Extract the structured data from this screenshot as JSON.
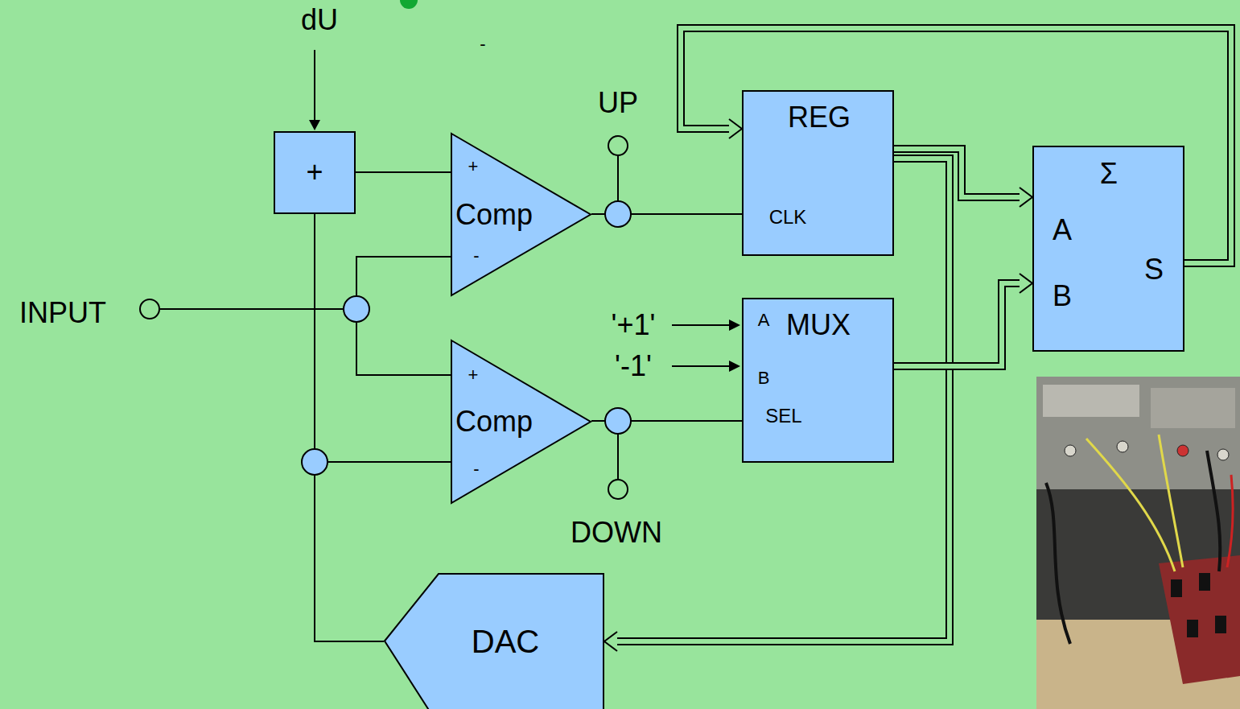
{
  "diagram": {
    "nodes": [
      {
        "text": [
          "+"
        ]
      },
      {
        "text": [
          "+",
          "Comp",
          "-"
        ]
      },
      {
        "text": [
          "+",
          "Comp",
          "-"
        ]
      },
      {
        "text": [
          "REG",
          "CLK"
        ]
      },
      {
        "text": [
          "A",
          "MUX",
          "B",
          "SEL"
        ]
      },
      {
        "text": [
          "Σ",
          "A",
          "B",
          "S"
        ]
      },
      {
        "text": [
          "DAC"
        ]
      },
      {
        "text": [
          "UP"
        ]
      },
      {
        "text": [
          "DOWN"
        ]
      },
      {
        "text": [
          "INPUT"
        ]
      }
    ],
    "edges": [
      {
        "from": 0,
        "to": 1,
        "arrow": "none"
      },
      {
        "from": 9,
        "to": 1,
        "arrow": "none"
      },
      {
        "from": 9,
        "to": 2,
        "arrow": "none"
      },
      {
        "from": 6,
        "to": 0,
        "arrow": "none"
      },
      {
        "from": 6,
        "to": 2,
        "arrow": "none"
      },
      {
        "from": 1,
        "to": 3,
        "arrow": "none"
      },
      {
        "from": 1,
        "to": 7,
        "arrow": "none"
      },
      {
        "from": 2,
        "to": 4,
        "arrow": "none"
      },
      {
        "from": 2,
        "to": 8,
        "arrow": "none"
      },
      {
        "from": 3,
        "to": 5,
        "arrow": "to"
      },
      {
        "from": 3,
        "to": 6,
        "arrow": "to"
      },
      {
        "from": 4,
        "to": 5,
        "arrow": "to"
      },
      {
        "from": 5,
        "to": 3,
        "arrow": "to"
      }
    ],
    "labels": [
      "dU",
      "-",
      "'+1'",
      "'-1'"
    ]
  }
}
